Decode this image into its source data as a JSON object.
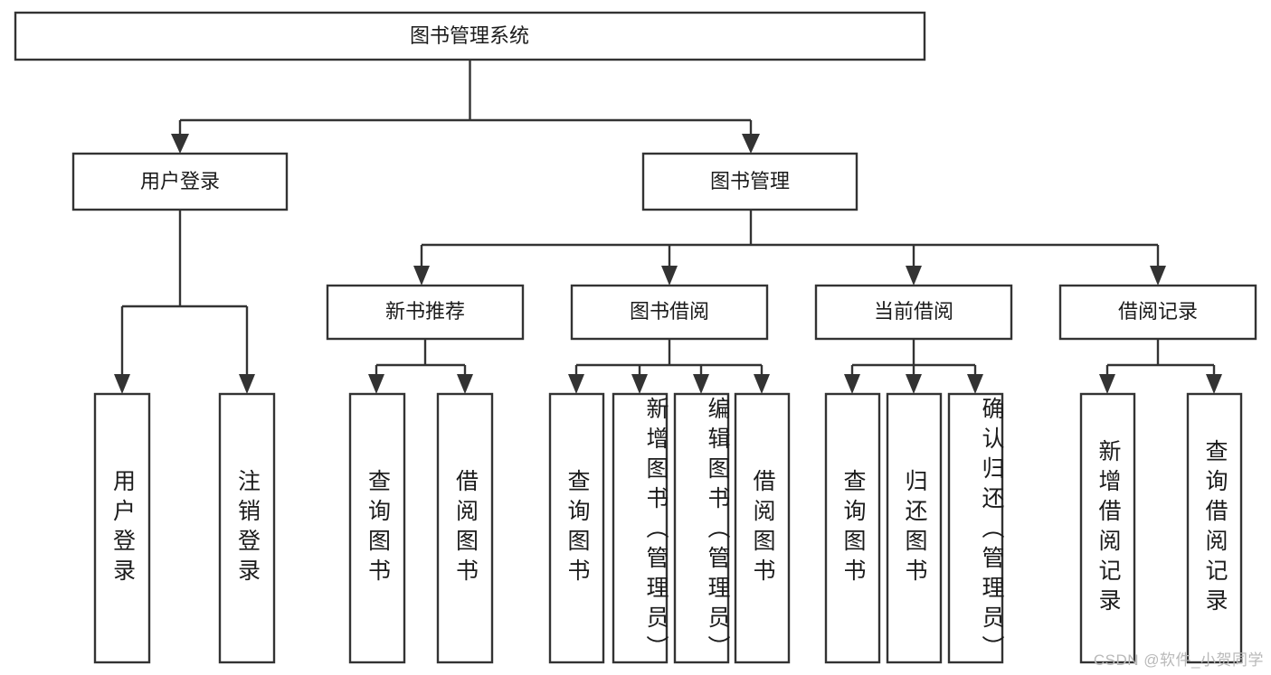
{
  "diagram": {
    "title": "图书管理系统",
    "type": "tree-hierarchy",
    "watermark": "CSDN @软件_小贺同学",
    "colors": {
      "background": "#ffffff",
      "stroke": "#333333",
      "node_fill": "#ffffff",
      "text": "#1b1b1b",
      "watermark": "#b9b9b9"
    },
    "levels": {
      "root": "图书管理系统",
      "level2": [
        "用户登录",
        "图书管理"
      ],
      "level3": [
        "新书推荐",
        "图书借阅",
        "当前借阅",
        "借阅记录"
      ],
      "level4": [
        "用户登录",
        "注销登录",
        "查询图书",
        "借阅图书",
        "查询图书",
        "新增图书（管理员）",
        "编辑图书（管理员）",
        "借阅图书",
        "查询图书",
        "归还图书",
        "确认归还（管理员）",
        "新增借阅记录",
        "查询借阅记录"
      ]
    },
    "nodes": {
      "root": {
        "label": "图书管理系统"
      },
      "user_login": {
        "label": "用户登录"
      },
      "book_manage": {
        "label": "图书管理"
      },
      "new_book_rec": {
        "label": "新书推荐"
      },
      "book_borrow": {
        "label": "图书借阅"
      },
      "current_borrow": {
        "label": "当前借阅"
      },
      "borrow_record": {
        "label": "借阅记录"
      },
      "leaf_user_login": {
        "label": "用户登录"
      },
      "leaf_logout": {
        "label": "注销登录"
      },
      "leaf_query_book_1": {
        "label": "查询图书"
      },
      "leaf_borrow_book_1": {
        "label": "借阅图书"
      },
      "leaf_query_book_2": {
        "label": "查询图书"
      },
      "leaf_add_book": {
        "label": "新增图书（管理员）"
      },
      "leaf_edit_book": {
        "label": "编辑图书（管理员）"
      },
      "leaf_borrow_book_2": {
        "label": "借阅图书"
      },
      "leaf_query_book_3": {
        "label": "查询图书"
      },
      "leaf_return_book": {
        "label": "归还图书"
      },
      "leaf_confirm_return": {
        "label": "确认归还（管理员）"
      },
      "leaf_add_record": {
        "label": "新增借阅记录"
      },
      "leaf_query_record": {
        "label": "查询借阅记录"
      }
    },
    "edges": [
      {
        "from": "root",
        "to": "user_login"
      },
      {
        "from": "root",
        "to": "book_manage"
      },
      {
        "from": "user_login",
        "to": "leaf_user_login"
      },
      {
        "from": "user_login",
        "to": "leaf_logout"
      },
      {
        "from": "book_manage",
        "to": "new_book_rec"
      },
      {
        "from": "book_manage",
        "to": "book_borrow"
      },
      {
        "from": "book_manage",
        "to": "current_borrow"
      },
      {
        "from": "book_manage",
        "to": "borrow_record"
      },
      {
        "from": "new_book_rec",
        "to": "leaf_query_book_1"
      },
      {
        "from": "new_book_rec",
        "to": "leaf_borrow_book_1"
      },
      {
        "from": "book_borrow",
        "to": "leaf_query_book_2"
      },
      {
        "from": "book_borrow",
        "to": "leaf_add_book"
      },
      {
        "from": "book_borrow",
        "to": "leaf_edit_book"
      },
      {
        "from": "book_borrow",
        "to": "leaf_borrow_book_2"
      },
      {
        "from": "current_borrow",
        "to": "leaf_query_book_3"
      },
      {
        "from": "current_borrow",
        "to": "leaf_return_book"
      },
      {
        "from": "current_borrow",
        "to": "leaf_confirm_return"
      },
      {
        "from": "borrow_record",
        "to": "leaf_add_record"
      },
      {
        "from": "borrow_record",
        "to": "leaf_query_record"
      }
    ]
  }
}
